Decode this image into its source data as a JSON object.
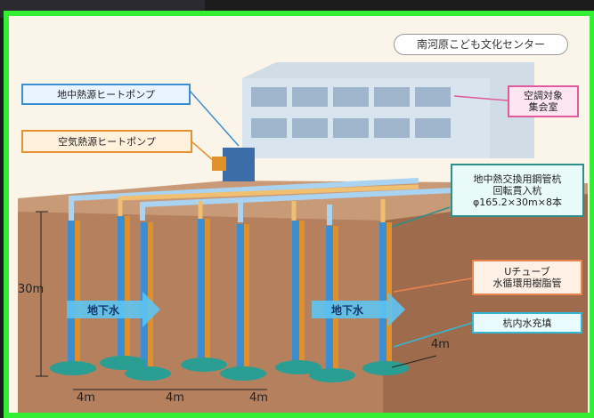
{
  "title": "南河原こども文化センター",
  "labels": {
    "geo_heat_pump": "地中熱源ヒートポンプ",
    "air_heat_pump": "空気熱源ヒートポンプ",
    "target_room": "空調対象\n集会室",
    "pile": "地中熱交換用鋼管杭\n回転貫入杭\nφ165.2×30m×8本",
    "u_tube": "Uチューブ\n水循環用樹脂管",
    "fill": "杭内水充填",
    "groundwater_left": "地下水",
    "groundwater_right": "地下水",
    "depth": "30m",
    "spacing_1": "4m",
    "spacing_2": "4m",
    "spacing_3": "4m",
    "spacing_side": "4m"
  },
  "colors": {
    "frame": "#33ee33",
    "soil": "#b5805e",
    "pipe_blue": "#3b8ecf",
    "pipe_orange": "#e0902a",
    "pile_base": "#2a9e92"
  }
}
